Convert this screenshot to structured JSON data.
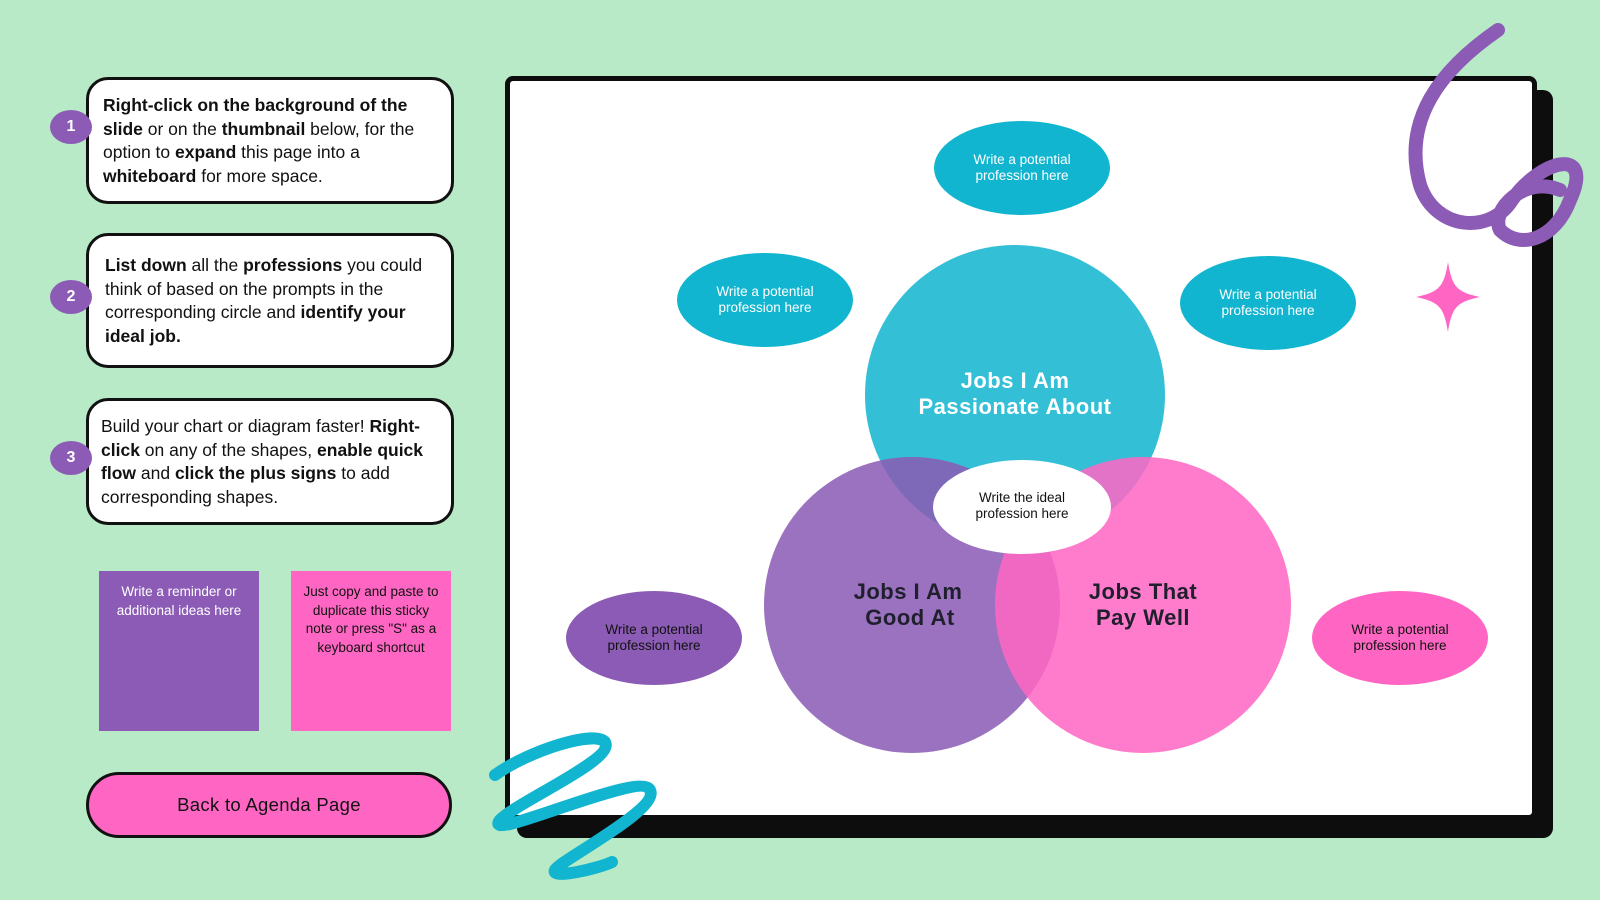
{
  "steps": [
    {
      "number": "1",
      "parts": [
        {
          "b": "Right-click on the background of the slide"
        },
        {
          "t": " or on the "
        },
        {
          "b": "thumbnail"
        },
        {
          "t": " below, for the option to "
        },
        {
          "b": "expand"
        },
        {
          "t": " this page into a "
        },
        {
          "b": "whiteboard"
        },
        {
          "t": " for more space."
        }
      ]
    },
    {
      "number": "2",
      "parts": [
        {
          "b": "List down"
        },
        {
          "t": " all the "
        },
        {
          "b": "professions"
        },
        {
          "t": " you could think of based on the prompts in the corresponding circle and "
        },
        {
          "b": "identify your ideal job."
        }
      ]
    },
    {
      "number": "3",
      "parts": [
        {
          "t": "Build your chart or diagram faster! "
        },
        {
          "b": "Right-click"
        },
        {
          "t": " on any of the shapes, "
        },
        {
          "b": "enable quick flow"
        },
        {
          "t": " and "
        },
        {
          "b": "click the plus signs"
        },
        {
          "t": " to add corresponding shapes."
        }
      ]
    }
  ],
  "sticky_notes": [
    {
      "text": "Write a reminder or additional ideas here",
      "color": "#8b5bb5",
      "text_color": "#ffffff"
    },
    {
      "text": "Just copy and paste to duplicate this sticky note or press \"S\" as a keyboard shortcut",
      "color": "#ff66c4",
      "text_color": "#111111"
    }
  ],
  "back_button": "Back to Agenda Page",
  "colors": {
    "background": "#b8eac7",
    "teal": "#12b5cf",
    "purple": "#8b5bb5",
    "pink": "#ff66c4"
  },
  "diagram": {
    "circles": [
      {
        "line1": "Jobs I Am",
        "line2": "Passionate About",
        "color": "#12b5cf",
        "text_color": "#ffffff"
      },
      {
        "line1": "Jobs I Am",
        "line2": "Good At",
        "color": "#8b5bb5",
        "text_color": "#1f1f2e"
      },
      {
        "line1": "Jobs That",
        "line2": "Pay Well",
        "color": "#ff66c4",
        "text_color": "#1f1f2e"
      }
    ],
    "center": {
      "line1": "Write the ideal",
      "line2": "profession here"
    },
    "bubbles": [
      {
        "line1": "Write a potential",
        "line2": "profession here",
        "color": "#12b5cf"
      },
      {
        "line1": "Write a potential",
        "line2": "profession here",
        "color": "#12b5cf"
      },
      {
        "line1": "Write a potential",
        "line2": "profession here",
        "color": "#12b5cf"
      },
      {
        "line1": "Write a potential",
        "line2": "profession here",
        "color": "#8b5bb5"
      },
      {
        "line1": "Write a potential",
        "line2": "profession here",
        "color": "#ff66c4"
      }
    ]
  }
}
